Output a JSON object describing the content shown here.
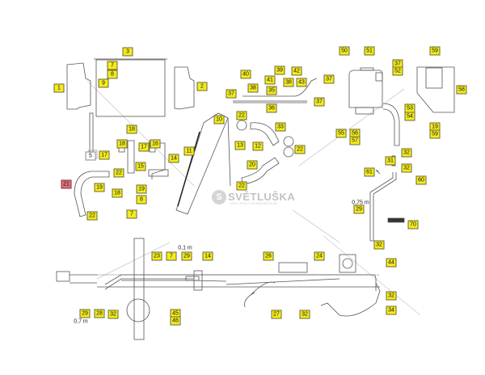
{
  "diagram": {
    "labels": [
      "3",
      "7",
      "8",
      "9",
      "1",
      "2",
      "10",
      "18",
      "18",
      "16",
      "17",
      "17",
      "5",
      "11",
      "14",
      "15",
      "22",
      "21",
      "19",
      "18",
      "19",
      "8",
      "7",
      "22",
      "50",
      "51",
      "37",
      "52",
      "59",
      "58",
      "40",
      "39",
      "42",
      "41",
      "38",
      "38",
      "43",
      "37",
      "35",
      "37",
      "37",
      "36",
      "22",
      "33",
      "13",
      "12",
      "22",
      "20",
      "22",
      "55",
      "56",
      "57",
      "53",
      "54",
      "19",
      "59",
      "32",
      "31",
      "32",
      "61",
      "60",
      "29",
      "70",
      "32",
      "23",
      "7",
      "29",
      "14",
      "26",
      "24",
      "44",
      "32",
      "34",
      "32",
      "27",
      "45",
      "46",
      "29",
      "28",
      "32"
    ],
    "dimension_texts": [
      "0,75 m",
      "0,1 m",
      "0,7 m"
    ],
    "watermark": {
      "name": "SVĚTLUŠKA",
      "tagline": "VAŠE CESTA K NÁHRADNÍM DÍLŮM",
      "logo_letter": "S"
    },
    "colors": {
      "label_fill": "#f3ec1c",
      "highlight_label": "#e0707a",
      "line": "#555555"
    }
  }
}
